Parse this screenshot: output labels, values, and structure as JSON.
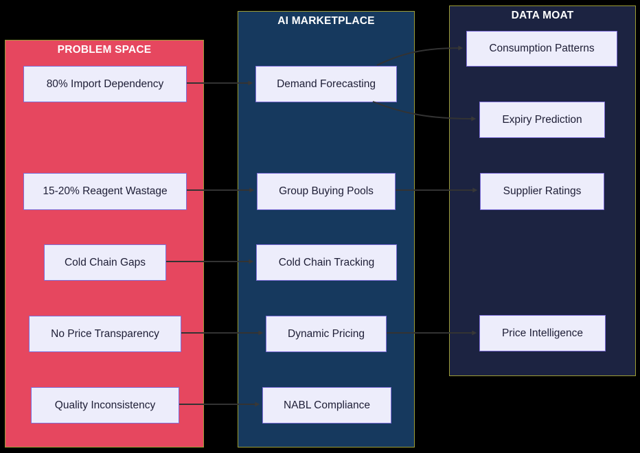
{
  "diagram_type": "flowchart",
  "columns": {
    "problem_space": {
      "title": "PROBLEM SPACE",
      "nodes": [
        "80% Import Dependency",
        "15-20% Reagent Wastage",
        "Cold Chain Gaps",
        "No Price Transparency",
        "Quality Inconsistency"
      ]
    },
    "ai_marketplace": {
      "title": "AI MARKETPLACE",
      "nodes": [
        "Demand Forecasting",
        "Group Buying Pools",
        "Cold Chain Tracking",
        "Dynamic Pricing",
        "NABL Compliance"
      ]
    },
    "data_moat": {
      "title": "DATA MOAT",
      "nodes": [
        "Consumption Patterns",
        "Expiry Prediction",
        "Supplier Ratings",
        "Price Intelligence"
      ]
    }
  },
  "edges": [
    {
      "from": "80% Import Dependency",
      "to": "Demand Forecasting"
    },
    {
      "from": "Demand Forecasting",
      "to": "Consumption Patterns"
    },
    {
      "from": "Demand Forecasting",
      "to": "Expiry Prediction"
    },
    {
      "from": "15-20% Reagent Wastage",
      "to": "Group Buying Pools"
    },
    {
      "from": "Group Buying Pools",
      "to": "Supplier Ratings"
    },
    {
      "from": "Cold Chain Gaps",
      "to": "Cold Chain Tracking"
    },
    {
      "from": "No Price Transparency",
      "to": "Dynamic Pricing"
    },
    {
      "from": "Dynamic Pricing",
      "to": "Price Intelligence"
    },
    {
      "from": "Quality Inconsistency",
      "to": "NABL Compliance"
    }
  ],
  "colors": {
    "background": "#000000",
    "problem_space_bg": "#e6475f",
    "ai_marketplace_bg": "#16395e",
    "data_moat_bg": "#1c2341",
    "container_border": "#9e9e35",
    "node_bg": "#ededfb",
    "node_border": "#7d6ed8",
    "node_text": "#1d1d35",
    "title_text": "#ffffff",
    "edge_line": "#333333"
  }
}
